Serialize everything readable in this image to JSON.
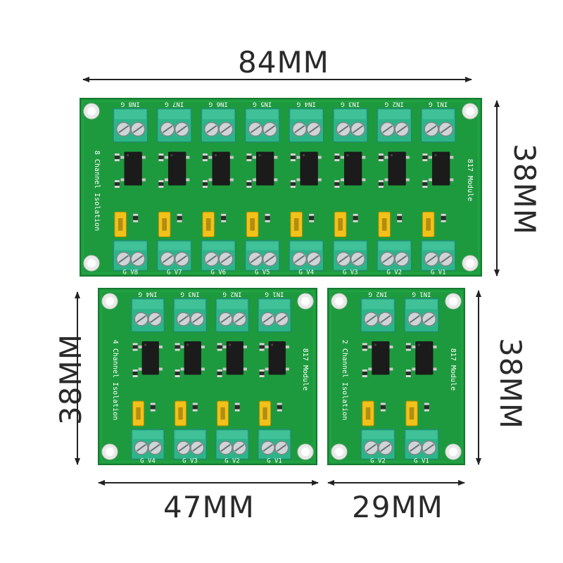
{
  "dimensions": {
    "top_width": "84MM",
    "top_height": "38MM",
    "left_height": "38MM",
    "right_height": "38MM",
    "bottom_left_width": "47MM",
    "bottom_right_width": "29MM"
  },
  "boards": {
    "eight": {
      "side_text": "8 Channel Isolation",
      "module_text": "817 Module",
      "inputs": [
        "IN8 G",
        "IN7 G",
        "IN6 G",
        "IN5 G",
        "IN4 G",
        "IN3 G",
        "IN2 G",
        "IN1 G"
      ],
      "outputs": [
        "G V8",
        "G V7",
        "G V6",
        "G V5",
        "G V4",
        "G V3",
        "G V2",
        "G V1"
      ]
    },
    "four": {
      "side_text": "4 Channel Isolation",
      "module_text": "817 Module",
      "inputs": [
        "IN4 G",
        "IN3 G",
        "IN2 G",
        "IN1 G"
      ],
      "outputs": [
        "G V4",
        "G V3",
        "G V2",
        "G V1"
      ]
    },
    "two": {
      "side_text": "2 Channel Isolation",
      "module_text": "817 Module",
      "inputs": [
        "IN2 G",
        "IN1 G"
      ],
      "outputs": [
        "G V2",
        "G V1"
      ]
    }
  },
  "colors": {
    "pcb": "#1e9a3e",
    "pcb_dark": "#157a30",
    "terminal": "#2db58a",
    "terminal_dark": "#1f8a66",
    "jumper": "#f2c21b",
    "chip": "#1b1b1b"
  }
}
